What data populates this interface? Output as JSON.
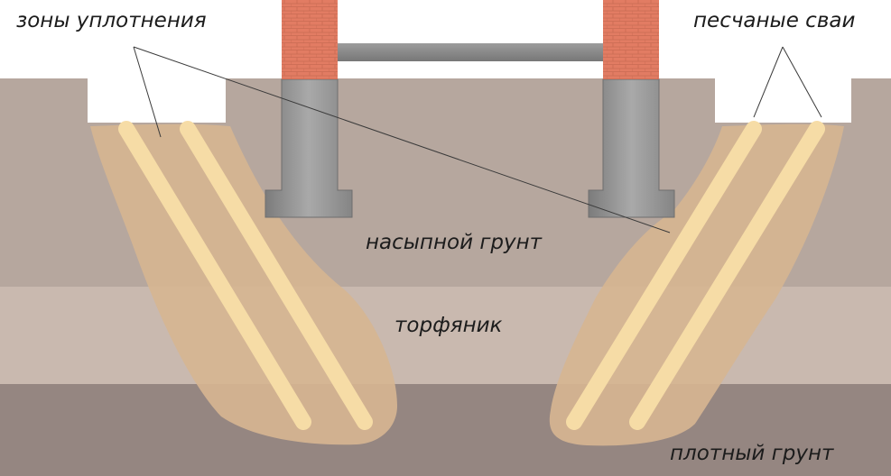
{
  "labels": {
    "compaction_zones": "зоны уплотнения",
    "sand_piles": "песчаные сваи",
    "fill_soil": "насыпной грунт",
    "peat": "торфяник",
    "dense_soil": "плотный грунт"
  },
  "colors": {
    "sky": "#ffffff",
    "fill_layer": "#b6a79e",
    "peat_layer": "#c9b9af",
    "dense_layer": "#958681",
    "compaction_zone": "#d6b591",
    "sand_pile": "#f6dca6",
    "brick": "#e27c63",
    "concrete": "#8b8b8b",
    "leader_line": "#3a3a3a"
  },
  "icons": [
    "brick-wall-icon",
    "foundation-icon",
    "sand-pile-icon"
  ]
}
